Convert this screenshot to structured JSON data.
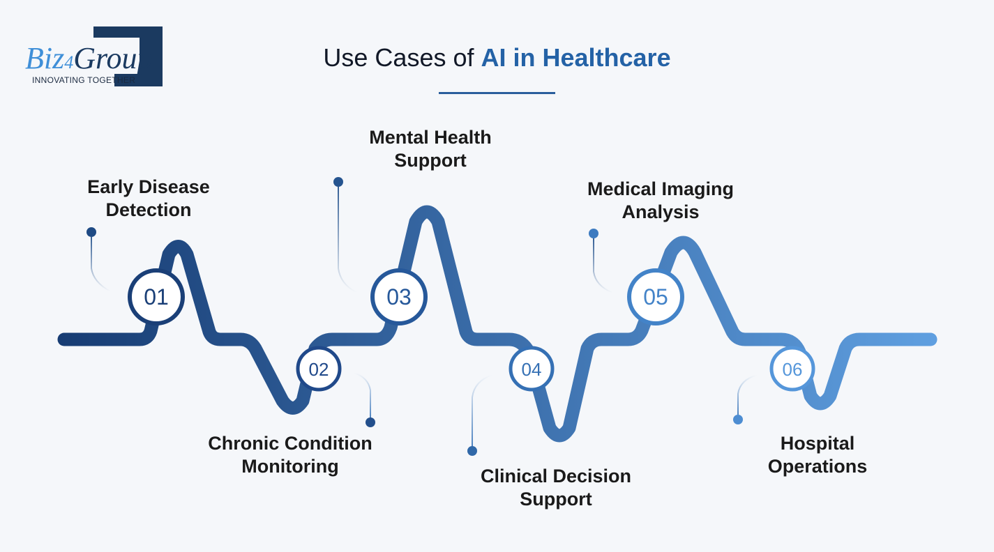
{
  "logo": {
    "part1": "Biz",
    "part2": "4",
    "part3": "Group",
    "tagline": "INNOVATING TOGETHER"
  },
  "title": {
    "prefix": "Use Cases of ",
    "highlight": "AI in Healthcare"
  },
  "colors": {
    "dark": "#173c73",
    "light": "#5f9fe0",
    "title_highlight": "#2462a6"
  },
  "steps": [
    {
      "number": "01",
      "line1": "Early Disease",
      "line2": "Detection"
    },
    {
      "number": "02",
      "line1": "Chronic Condition",
      "line2": "Monitoring"
    },
    {
      "number": "03",
      "line1": "Mental Health",
      "line2": "Support"
    },
    {
      "number": "04",
      "line1": "Clinical Decision",
      "line2": "Support"
    },
    {
      "number": "05",
      "line1": "Medical Imaging",
      "line2": "Analysis"
    },
    {
      "number": "06",
      "line1": "Hospital",
      "line2": "Operations"
    }
  ]
}
